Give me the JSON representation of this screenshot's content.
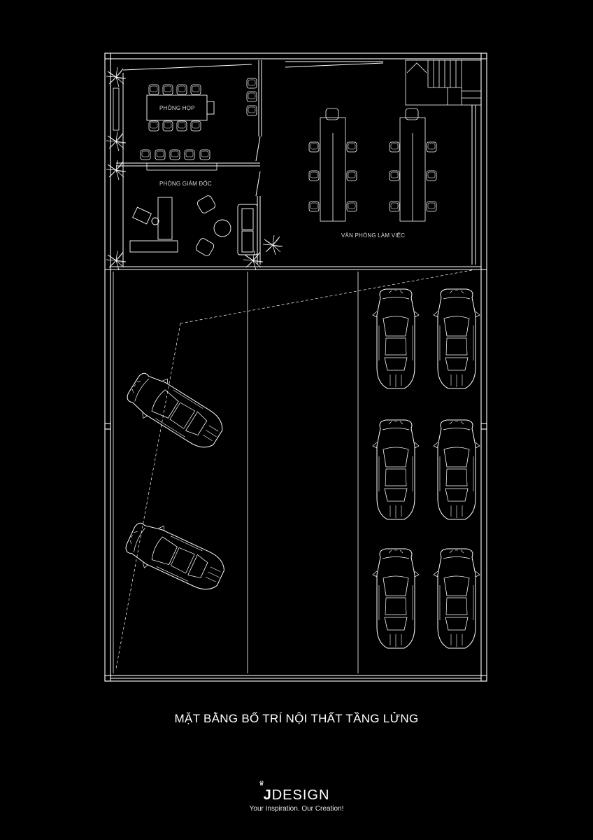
{
  "rooms": {
    "meeting": "PHÒNG HỌP",
    "director": "PHÒNG GIÁM ĐỐC",
    "office": "VĂN PHÒNG LÀM VIỆC"
  },
  "title": "MẶT BẰNG BỐ TRÍ NỘI THẤT TẦNG LỬNG",
  "brand": {
    "crown": "♛",
    "mark": "J",
    "name": "DESIGN",
    "tagline": "Your Inspiration. Our Creation!"
  },
  "colors": {
    "background": "#000000",
    "lines": "#ffffff"
  },
  "parking": {
    "cars_parked": 6,
    "cars_maneuvering": 2
  }
}
